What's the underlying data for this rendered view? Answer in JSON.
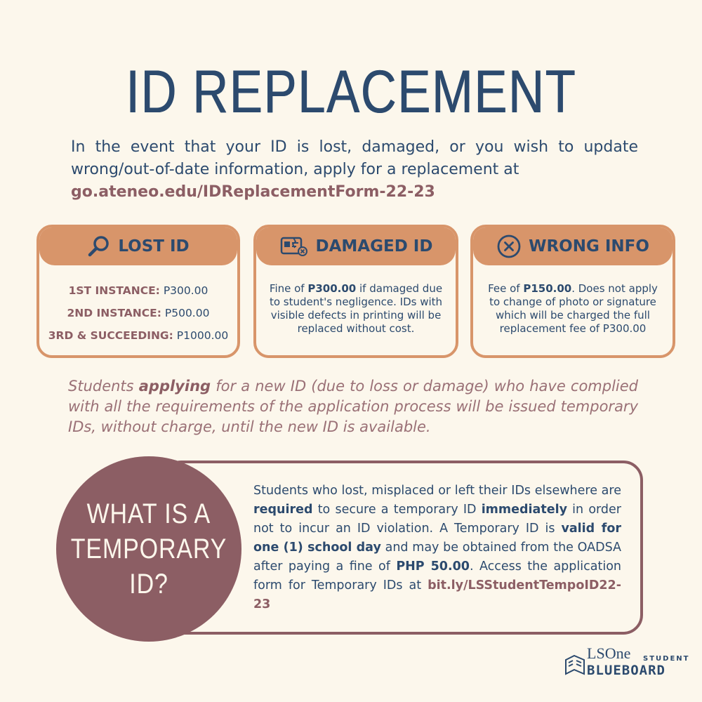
{
  "title": "ID REPLACEMENT",
  "intro": {
    "text": "In the event that your ID is lost, damaged, or you wish to update wrong/out-of-date information, apply for a replacement at",
    "link": "go.ateneo.edu/IDReplacementForm-22-23"
  },
  "cards": {
    "lost": {
      "title": "LOST ID",
      "icon": "magnifier-icon",
      "rows": [
        {
          "label": "1ST INSTANCE:",
          "value": "P300.00"
        },
        {
          "label": "2ND INSTANCE:",
          "value": "P500.00"
        },
        {
          "label": "3RD & SUCCEEDING:",
          "value": "P1000.00"
        }
      ]
    },
    "damaged": {
      "title": "DAMAGED ID",
      "icon": "damaged-card-icon",
      "pre": "Fine of ",
      "amount": "P300.00",
      "post": " if damaged due to student's negligence. IDs with visible defects in printing will be replaced without cost."
    },
    "wrong": {
      "title": "WRONG INFO",
      "icon": "x-circle-icon",
      "pre": "Fee of ",
      "amount": "P150.00",
      "post": ". Does not apply to change of photo or signature which will be charged the full replacement fee of P300.00"
    }
  },
  "note": {
    "pre": "Students ",
    "bold": "applying",
    "post": " for a new ID (due to loss or damage) who have complied with all the requirements of the application process will be issued temporary IDs, without charge, until the new ID is available."
  },
  "temporary": {
    "heading_line1": "WHAT IS A",
    "heading_line2": "TEMPORARY ID?",
    "t1": "Students who lost, misplaced or left their IDs elsewhere are ",
    "b1": "required",
    "t2": " to secure a temporary ID ",
    "b2": "immediately",
    "t3": " in order not to incur an ID violation. A Temporary ID is ",
    "b3": "valid for one (1) school day",
    "t4": " and may be obtained from the OADSA after paying a fine of ",
    "b4": "PHP 50.00",
    "t5": ". Access the application form for Temporary IDs at ",
    "link": "bit.ly/LSStudentTempoID22-23"
  },
  "logo": {
    "ls": "LS",
    "one": "One",
    "student": "STUDENT",
    "blueboard": "BLUEBOARD"
  },
  "colors": {
    "navy": "#2c4a6e",
    "mauve": "#8c5e64",
    "orange": "#d8956a",
    "cream": "#fcf7ec"
  }
}
